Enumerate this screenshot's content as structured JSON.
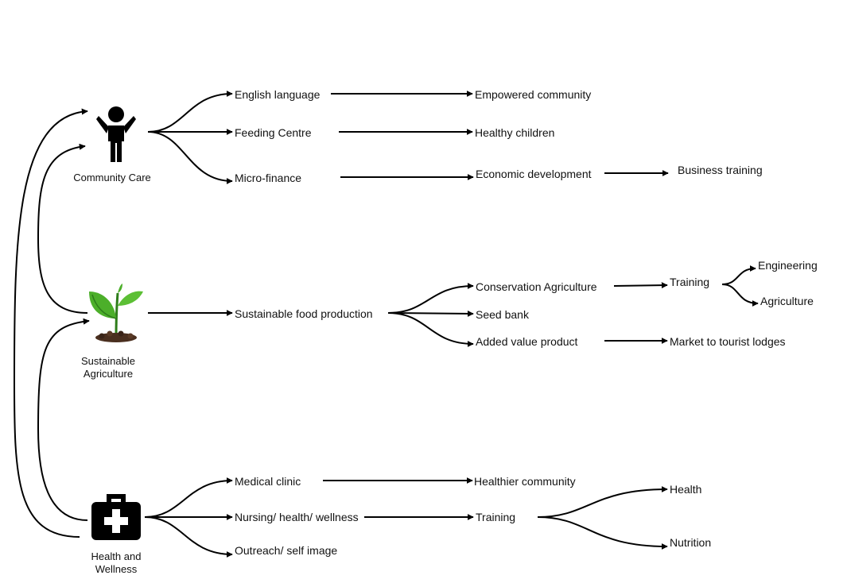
{
  "categories": {
    "community_care": "Community Care",
    "sustainable_agriculture": "Sustainable\nAgriculture",
    "health_wellness": "Health and\nWellness"
  },
  "nodes": {
    "english_language": "English language",
    "feeding_centre": "Feeding Centre",
    "micro_finance": "Micro-finance",
    "empowered_community": "Empowered community",
    "healthy_children": "Healthy children",
    "economic_development": "Economic development",
    "business_training": "Business training",
    "sustainable_food_production": "Sustainable food production",
    "conservation_agriculture": "Conservation Agriculture",
    "seed_bank": "Seed bank",
    "added_value_product": "Added value product",
    "training_agri": "Training",
    "engineering": "Engineering",
    "agriculture": "Agriculture",
    "market_to_tourist_lodges": "Market to tourist lodges",
    "medical_clinic": "Medical clinic",
    "nursing_health_wellness": "Nursing/ health/ wellness",
    "outreach_self_image": "Outreach/ self image",
    "healthier_community": "Healthier community",
    "training_health": "Training",
    "health": "Health",
    "nutrition": "Nutrition"
  },
  "icons": {
    "community_care": "person-icon",
    "sustainable_agriculture": "seedling-icon",
    "health_wellness": "first-aid-kit-icon"
  },
  "colors": {
    "line": "#000000",
    "leaf": "#4caf2a",
    "leaf_dark": "#2e7d1a",
    "soil": "#4a2f1f",
    "icon": "#000000"
  }
}
